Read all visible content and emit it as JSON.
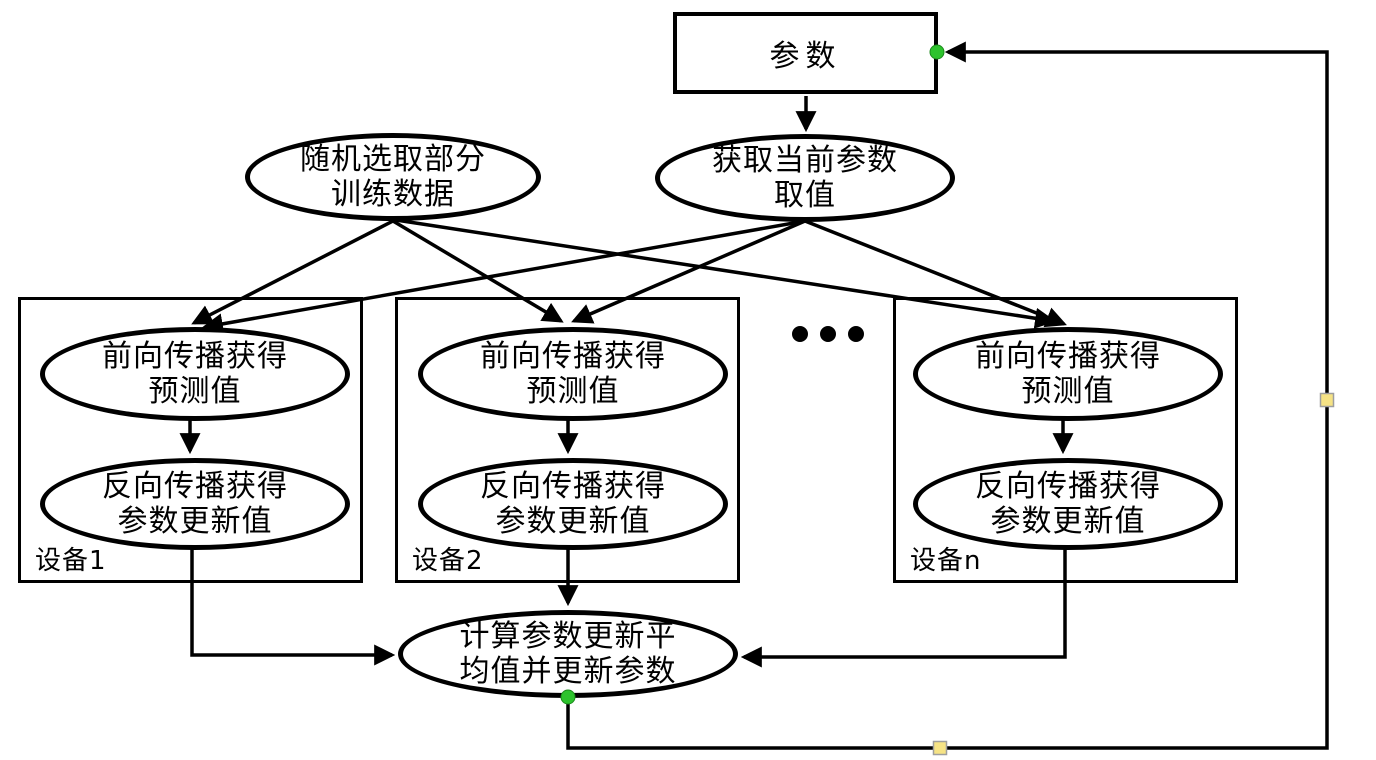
{
  "nodes": {
    "param_box": {
      "label": "参数"
    },
    "select_data": {
      "line1": "随机选取部分",
      "line2": "训练数据"
    },
    "fetch_params": {
      "line1": "获取当前参数",
      "line2": "取值"
    },
    "aggregate": {
      "line1": "计算参数更新平",
      "line2": "均值并更新参数"
    }
  },
  "devices": [
    {
      "label": "设备1",
      "forward": {
        "line1": "前向传播获得",
        "line2": "预测值"
      },
      "backward": {
        "line1": "反向传播获得",
        "line2": "参数更新值"
      }
    },
    {
      "label": "设备2",
      "forward": {
        "line1": "前向传播获得",
        "line2": "预测值"
      },
      "backward": {
        "line1": "反向传播获得",
        "line2": "参数更新值"
      }
    },
    {
      "label": "设备n",
      "forward": {
        "line1": "前向传播获得",
        "line2": "预测值"
      },
      "backward": {
        "line1": "反向传播获得",
        "line2": "参数更新值"
      }
    }
  ],
  "colors": {
    "line": "#000000",
    "connection_point": "#2dc32d",
    "handle_fill": "#f6e385",
    "handle_border": "#9e9e9e",
    "background": "#ffffff"
  }
}
